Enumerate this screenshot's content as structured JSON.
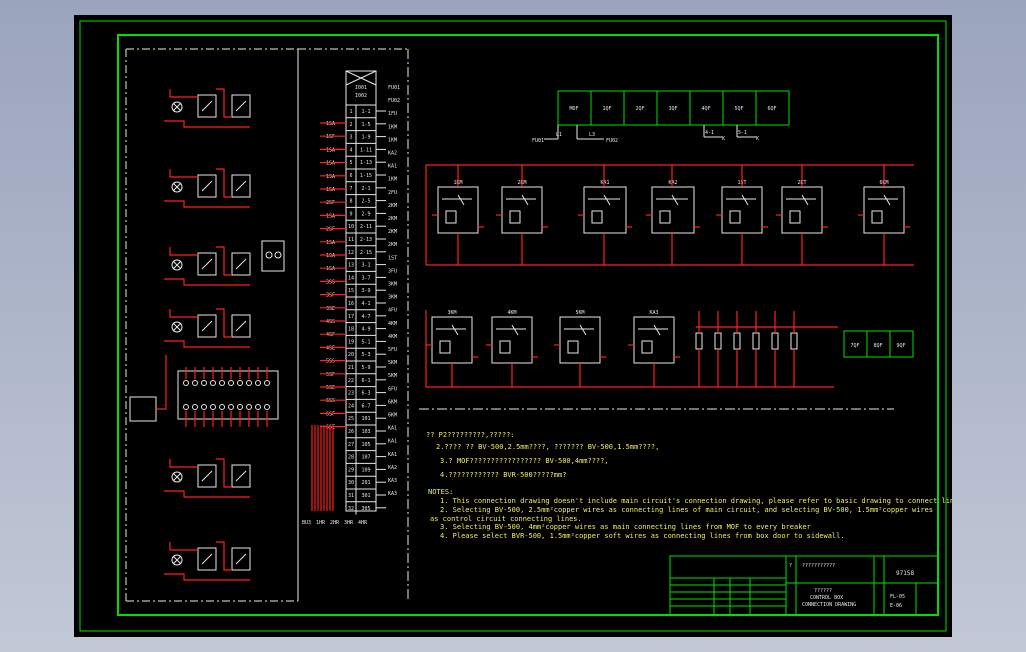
{
  "colors": {
    "frame": "#00e000",
    "wire": "#ff2020",
    "text": "#e8e8e8",
    "note": "#f0f060",
    "background": "#000000"
  },
  "breakers": [
    "MOF",
    "1QF",
    "2QF",
    "3QF",
    "4QF",
    "5QF",
    "6QF"
  ],
  "breaker_labels": {
    "fu1": "FU01",
    "l1": "L1",
    "l3": "L3",
    "fu2": "FU02",
    "k1": "K",
    "k2": "K",
    "r1": "4-1",
    "r2": "5-1"
  },
  "control_top": [
    "1KM",
    "2KM",
    "KA1",
    "KA2",
    "1ST",
    "2KT",
    "6KM"
  ],
  "control_bottom": [
    "3KM",
    "4KM",
    "5KM",
    "KA3"
  ],
  "right_boxes": [
    "7QF",
    "8QF",
    "9QF"
  ],
  "terminal": {
    "head_top": "I001",
    "head_bottom": "I002",
    "rows": [
      {
        "l": "1",
        "r": "1-1"
      },
      {
        "l": "2",
        "r": "1-5"
      },
      {
        "l": "3",
        "r": "1-9"
      },
      {
        "l": "4",
        "r": "1-11"
      },
      {
        "l": "5",
        "r": "1-13"
      },
      {
        "l": "6",
        "r": "1-15"
      },
      {
        "l": "7",
        "r": "2-1"
      },
      {
        "l": "8",
        "r": "2-5"
      },
      {
        "l": "9",
        "r": "2-9"
      },
      {
        "l": "10",
        "r": "2-11"
      },
      {
        "l": "11",
        "r": "2-13"
      },
      {
        "l": "12",
        "r": "2-15"
      },
      {
        "l": "13",
        "r": "3-1"
      },
      {
        "l": "14",
        "r": "3-7"
      },
      {
        "l": "15",
        "r": "3-9"
      },
      {
        "l": "16",
        "r": "4-1"
      },
      {
        "l": "17",
        "r": "4-7"
      },
      {
        "l": "18",
        "r": "4-9"
      },
      {
        "l": "19",
        "r": "5-1"
      },
      {
        "l": "20",
        "r": "5-3"
      },
      {
        "l": "21",
        "r": "5-9"
      },
      {
        "l": "22",
        "r": "6-1"
      },
      {
        "l": "23",
        "r": "6-3"
      },
      {
        "l": "24",
        "r": "6-7"
      },
      {
        "l": "25",
        "r": "101"
      },
      {
        "l": "26",
        "r": "103"
      },
      {
        "l": "27",
        "r": "105"
      },
      {
        "l": "28",
        "r": "107"
      },
      {
        "l": "29",
        "r": "109"
      },
      {
        "l": "30",
        "r": "201"
      },
      {
        "l": "31",
        "r": "301"
      },
      {
        "l": "32",
        "r": "305"
      }
    ]
  },
  "terminal_left_labels": [
    "1SA",
    "1SF",
    "1SA",
    "1SA",
    "1SA",
    "1SA",
    "2SF",
    "1SA",
    "2SF",
    "1SA",
    "1SA",
    "1SA",
    "3SS",
    "3SF",
    "3SE",
    "4SS",
    "4SF",
    "4SE",
    "5SS",
    "5SF",
    "5SE",
    "6SS",
    "6SF",
    "6SE"
  ],
  "terminal_right_labels": [
    "FU01",
    "FU02",
    "1FU",
    "1KM",
    "1KM",
    "KA2",
    "KA1",
    "1KM",
    "2FU",
    "2KM",
    "2KM",
    "2KM",
    "2KM",
    "1ST",
    "3FU",
    "3KM",
    "3KM",
    "4FU",
    "4KM",
    "4KM",
    "5FU",
    "5KM",
    "5KM",
    "6FU",
    "6KM",
    "6KM",
    "KA1",
    "KA1",
    "KA1",
    "KA2",
    "KA3",
    "KA3"
  ],
  "bottom_labels": [
    "BU3",
    "1HR",
    "2HR",
    "3HR",
    "4HR"
  ],
  "notes": {
    "cn_header": "?? P2?????????,?????:",
    "cn1": "2.????  ?? BV-500,2.5mm????,  ???????     BV-500,1.5mm????,",
    "cn2": "3.?  MOF?????????????????           BV-500,4mm????,",
    "cn3": "4.????????????          BVR-500?????mm?",
    "en_header": "NOTES:",
    "en1": "1. This connection drawing doesn't include main circuit's connection drawing, please refer to basic drawing to connect lines.",
    "en2": "2. Selecting BV-500, 2.5mm²copper wires as connecting lines of main circuit, and selecting BV-500, 1.5mm²copper wires",
    "en2b": "as control circuit connecting lines.",
    "en3": "3. Selecting BV-500, 4mm²copper wires as main connecting lines from MOF to every breaker",
    "en4": "4. Please select BVR-500, 1.5mm²copper soft wires as connecting lines from box door to sidewall."
  },
  "title_block": {
    "title": "???????????",
    "code": "97158",
    "name1": "??????",
    "name2": "CONTROL BOX",
    "name3": "CONNECTION DRAWING",
    "no1": "FL-05",
    "no2": "E-06",
    "q": "?"
  }
}
